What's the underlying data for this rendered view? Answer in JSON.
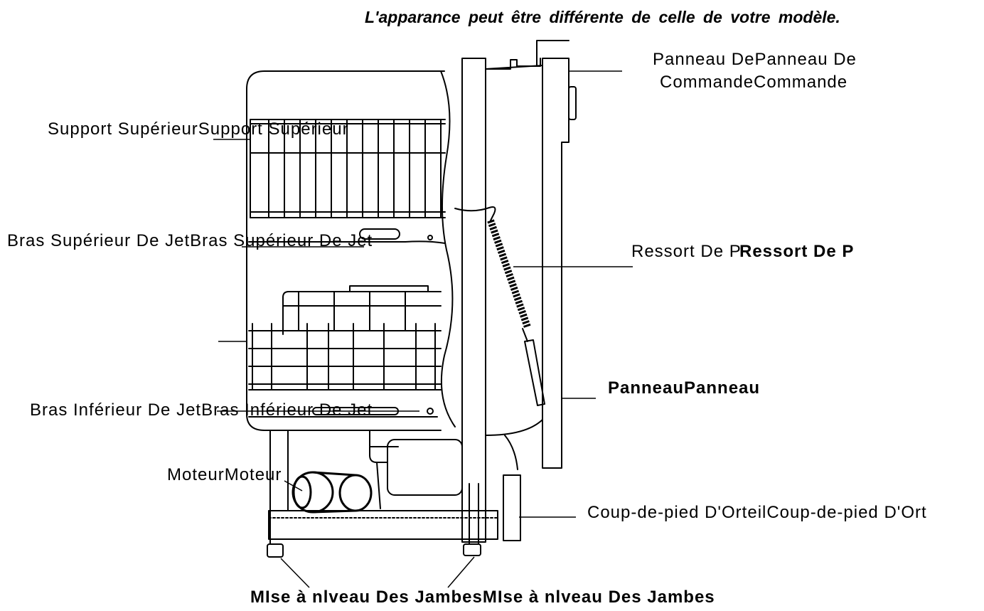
{
  "note": "L'apparance peut être différente de celle de votre modèle.",
  "labels": {
    "control_panel_line1": "Panneau DePanneau De",
    "control_panel_line2": "CommandeCommande",
    "upper_rack": "Support SupérieurSupport Supérieur",
    "upper_spray_arm": "Bras Supérieur De JetBras Supérieur De Jet",
    "spring_a": "Ressort De P",
    "spring_b": "Ressort De P",
    "panel": "PanneauPanneau",
    "lower_spray_arm": "Bras Inférieur De JetBras Inférieur De Jet",
    "motor": "MoteurMoteur",
    "toe_kick": "Coup-de-pied D'OrteilCoup-de-pied D'Ort",
    "leveling_legs": "MIse à nlveau Des JambesMIse à nlveau Des Jambes"
  },
  "colors": {
    "ink": "#000000",
    "background": "#ffffff"
  }
}
